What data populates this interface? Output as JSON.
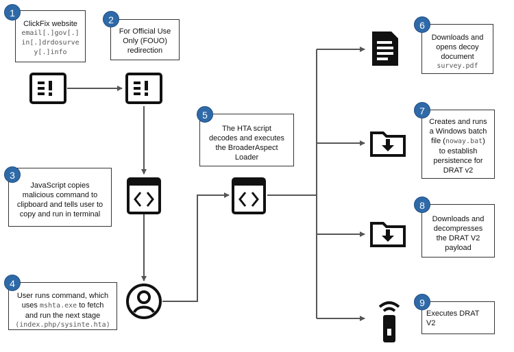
{
  "steps": {
    "s1": {
      "number": "1",
      "line1": "ClickFix website",
      "code": [
        "email[.]gov[.]",
        "in[.]drdosurve",
        "y[.]info"
      ]
    },
    "s2": {
      "number": "2",
      "line1": "For Official Use",
      "line2": "Only (FOUO)",
      "line3": "redirection"
    },
    "s3": {
      "number": "3",
      "line1": "JavaScript copies",
      "line2": "malicious command to",
      "line3": "clipboard and tells user to",
      "line4": "copy and run in terminal"
    },
    "s4": {
      "number": "4",
      "line1": "User runs command, which",
      "line2_pre": "uses ",
      "line2_code": "mshta.exe",
      "line2_post": " to fetch",
      "line3": "and run the next stage",
      "line4_code": "(index.php/sysinte.hta)"
    },
    "s5": {
      "number": "5",
      "line1": "The HTA script",
      "line2": "decodes and executes",
      "line3": "the BroaderAspect",
      "line4": "Loader"
    },
    "s6": {
      "number": "6",
      "line1": "Downloads and",
      "line2": "opens decoy",
      "line3": "document",
      "code": "survey.pdf"
    },
    "s7": {
      "number": "7",
      "line1": "Creates and runs",
      "line2": "a Windows batch",
      "line3_pre": "file (",
      "line3_code": "noway.bat",
      "line3_post": ")",
      "line4": "to establish",
      "line5": "persistence for",
      "line6": "DRAT v2"
    },
    "s8": {
      "number": "8",
      "line1": "Downloads and",
      "line2": "decompresses",
      "line3": "the DRAT V2",
      "line4": "payload"
    },
    "s9": {
      "number": "9",
      "line1": "Executes DRAT",
      "line2": "V2"
    }
  },
  "icons": {
    "website1": "alert-window-icon",
    "website2": "alert-window-icon",
    "script3": "code-window-icon",
    "user4": "user-icon",
    "script5": "code-window-icon",
    "doc6": "document-icon",
    "folder7": "folder-download-icon",
    "folder8": "folder-download-icon",
    "remote9": "remote-icon"
  },
  "colors": {
    "badge": "#2f6aa8",
    "line": "#555555",
    "icon": "#111111"
  }
}
